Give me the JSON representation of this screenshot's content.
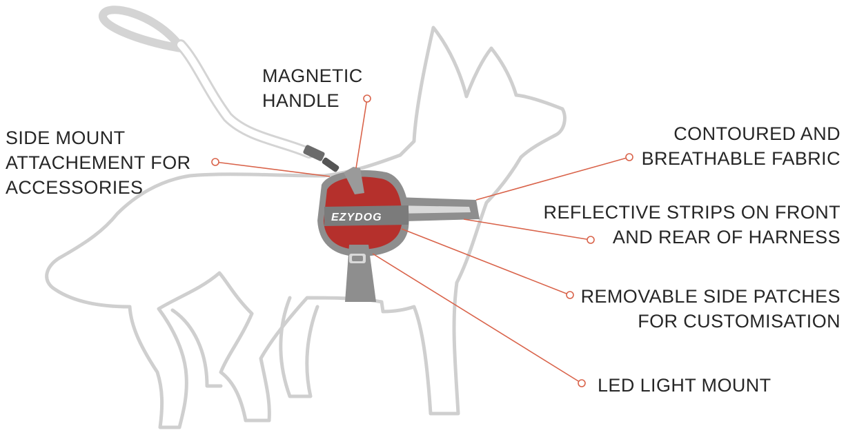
{
  "brand": {
    "logo_text": "EZYDOG",
    "harness_color": "#b5302c",
    "trim_color": "#8e8e8e",
    "reflective_color": "#d9d9d9",
    "callout_color": "#d9634a",
    "outline_color": "#cfcfcf",
    "label_color": "#262626"
  },
  "callouts": {
    "magnetic_handle": {
      "line1": "MAGNETIC",
      "line2": "HANDLE"
    },
    "side_mount": {
      "line1": "SIDE MOUNT",
      "line2": "ATTACHEMENT FOR",
      "line3": "ACCESSORIES"
    },
    "fabric": {
      "line1": "CONTOURED AND",
      "line2": "BREATHABLE FABRIC"
    },
    "reflective": {
      "line1": "REFLECTIVE STRIPS ON FRONT",
      "line2": "AND REAR OF HARNESS"
    },
    "patches": {
      "line1": "REMOVABLE SIDE PATCHES",
      "line2": "FOR CUSTOMISATION"
    },
    "led": {
      "line1": "LED LIGHT MOUNT"
    }
  }
}
